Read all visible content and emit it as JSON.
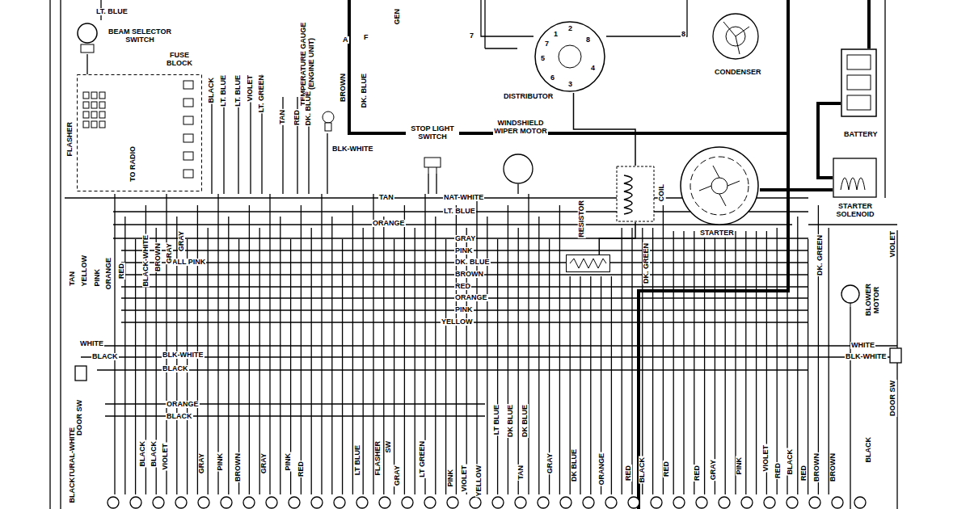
{
  "diagram": {
    "nodes": [
      {
        "text": [
          "BEAM SELECTOR SWITCH"
        ]
      },
      {
        "text": [
          "FUSE BLOCK"
        ]
      },
      {
        "text": [
          "TEMPERATURE GAUGE (ENGINE UNIT)"
        ]
      },
      {
        "text": [
          "STOP LIGHT SWITCH"
        ]
      },
      {
        "text": [
          "WINDSHIELD WIPER MOTOR"
        ]
      },
      {
        "text": [
          "DISTRIBUTOR"
        ]
      },
      {
        "text": [
          "CONDENSER"
        ]
      },
      {
        "text": [
          "BATTERY"
        ]
      },
      {
        "text": [
          "COIL"
        ]
      },
      {
        "text": [
          "STARTER"
        ]
      },
      {
        "text": [
          "STARTER SOLENOID"
        ]
      },
      {
        "text": [
          "RESISTOR"
        ]
      },
      {
        "text": [
          "BLOWER MOTOR"
        ]
      },
      {
        "text": [
          "DOOR SW"
        ]
      },
      {
        "text": [
          "DOOR SW"
        ]
      }
    ],
    "edges": [
      {
        "from": 7,
        "to": 10,
        "arrow": "none"
      },
      {
        "from": 10,
        "to": 9,
        "arrow": "none"
      },
      {
        "from": 8,
        "to": 5,
        "arrow": "none"
      },
      {
        "from": 11,
        "to": 8,
        "arrow": "none"
      }
    ],
    "labels": [
      "LT. BLUE",
      "BLACK",
      "LT. BLUE",
      "LT. BLUE",
      "VIOLET",
      "LT. GREEN",
      "TAN",
      "RED",
      "DK. BLUE",
      "BROWN",
      "DK. BLUE",
      "GEN",
      "A",
      "F",
      "FLASHER",
      "TO RADIO",
      "BLK-WHITE",
      "TAN",
      "NAT-WHITE",
      "LT. BLUE",
      "ORANGE",
      "GRAY",
      "PINK",
      "DK. BLUE",
      "BROWN",
      "RED",
      "ORANGE",
      "PINK",
      "YELLOW",
      "ALL PINK",
      "TAN",
      "YELLOW",
      "PINK",
      "ORANGE",
      "RED",
      "BLACK-WHITE",
      "BROWN",
      "GRAY",
      "GRAY",
      "DK. GREEN",
      "DK. GREEN",
      "VIOLET",
      "WHITE",
      "BLACK",
      "BLK-WHITE",
      "BLACK",
      "WHITE",
      "BLK-WHITE",
      "ORANGE",
      "BLACK",
      "NATURAL-WHITE",
      "BLACK",
      "BLACK",
      "LT BLUE",
      "DK BLUE",
      "DK BLUE",
      "BLACK",
      "BLACK",
      "VIOLET",
      "GRAY",
      "PINK",
      "BROWN",
      "GRAY",
      "PINK",
      "RED",
      "LT BLUE",
      "FLASHER",
      "SW",
      "GRAY",
      "LT GREEN",
      "PINK",
      "VIOLET",
      "YELLOW",
      "TAN",
      "GRAY",
      "DK BLUE",
      "ORANGE",
      "RED",
      "BLACK",
      "RED",
      "RED",
      "GRAY",
      "PINK",
      "VIOLET",
      "RED",
      "BLACK",
      "RED",
      "BROWN",
      "BROWN",
      "1",
      "2",
      "8",
      "4",
      "3",
      "6",
      "5",
      "7",
      "7",
      "8"
    ]
  }
}
